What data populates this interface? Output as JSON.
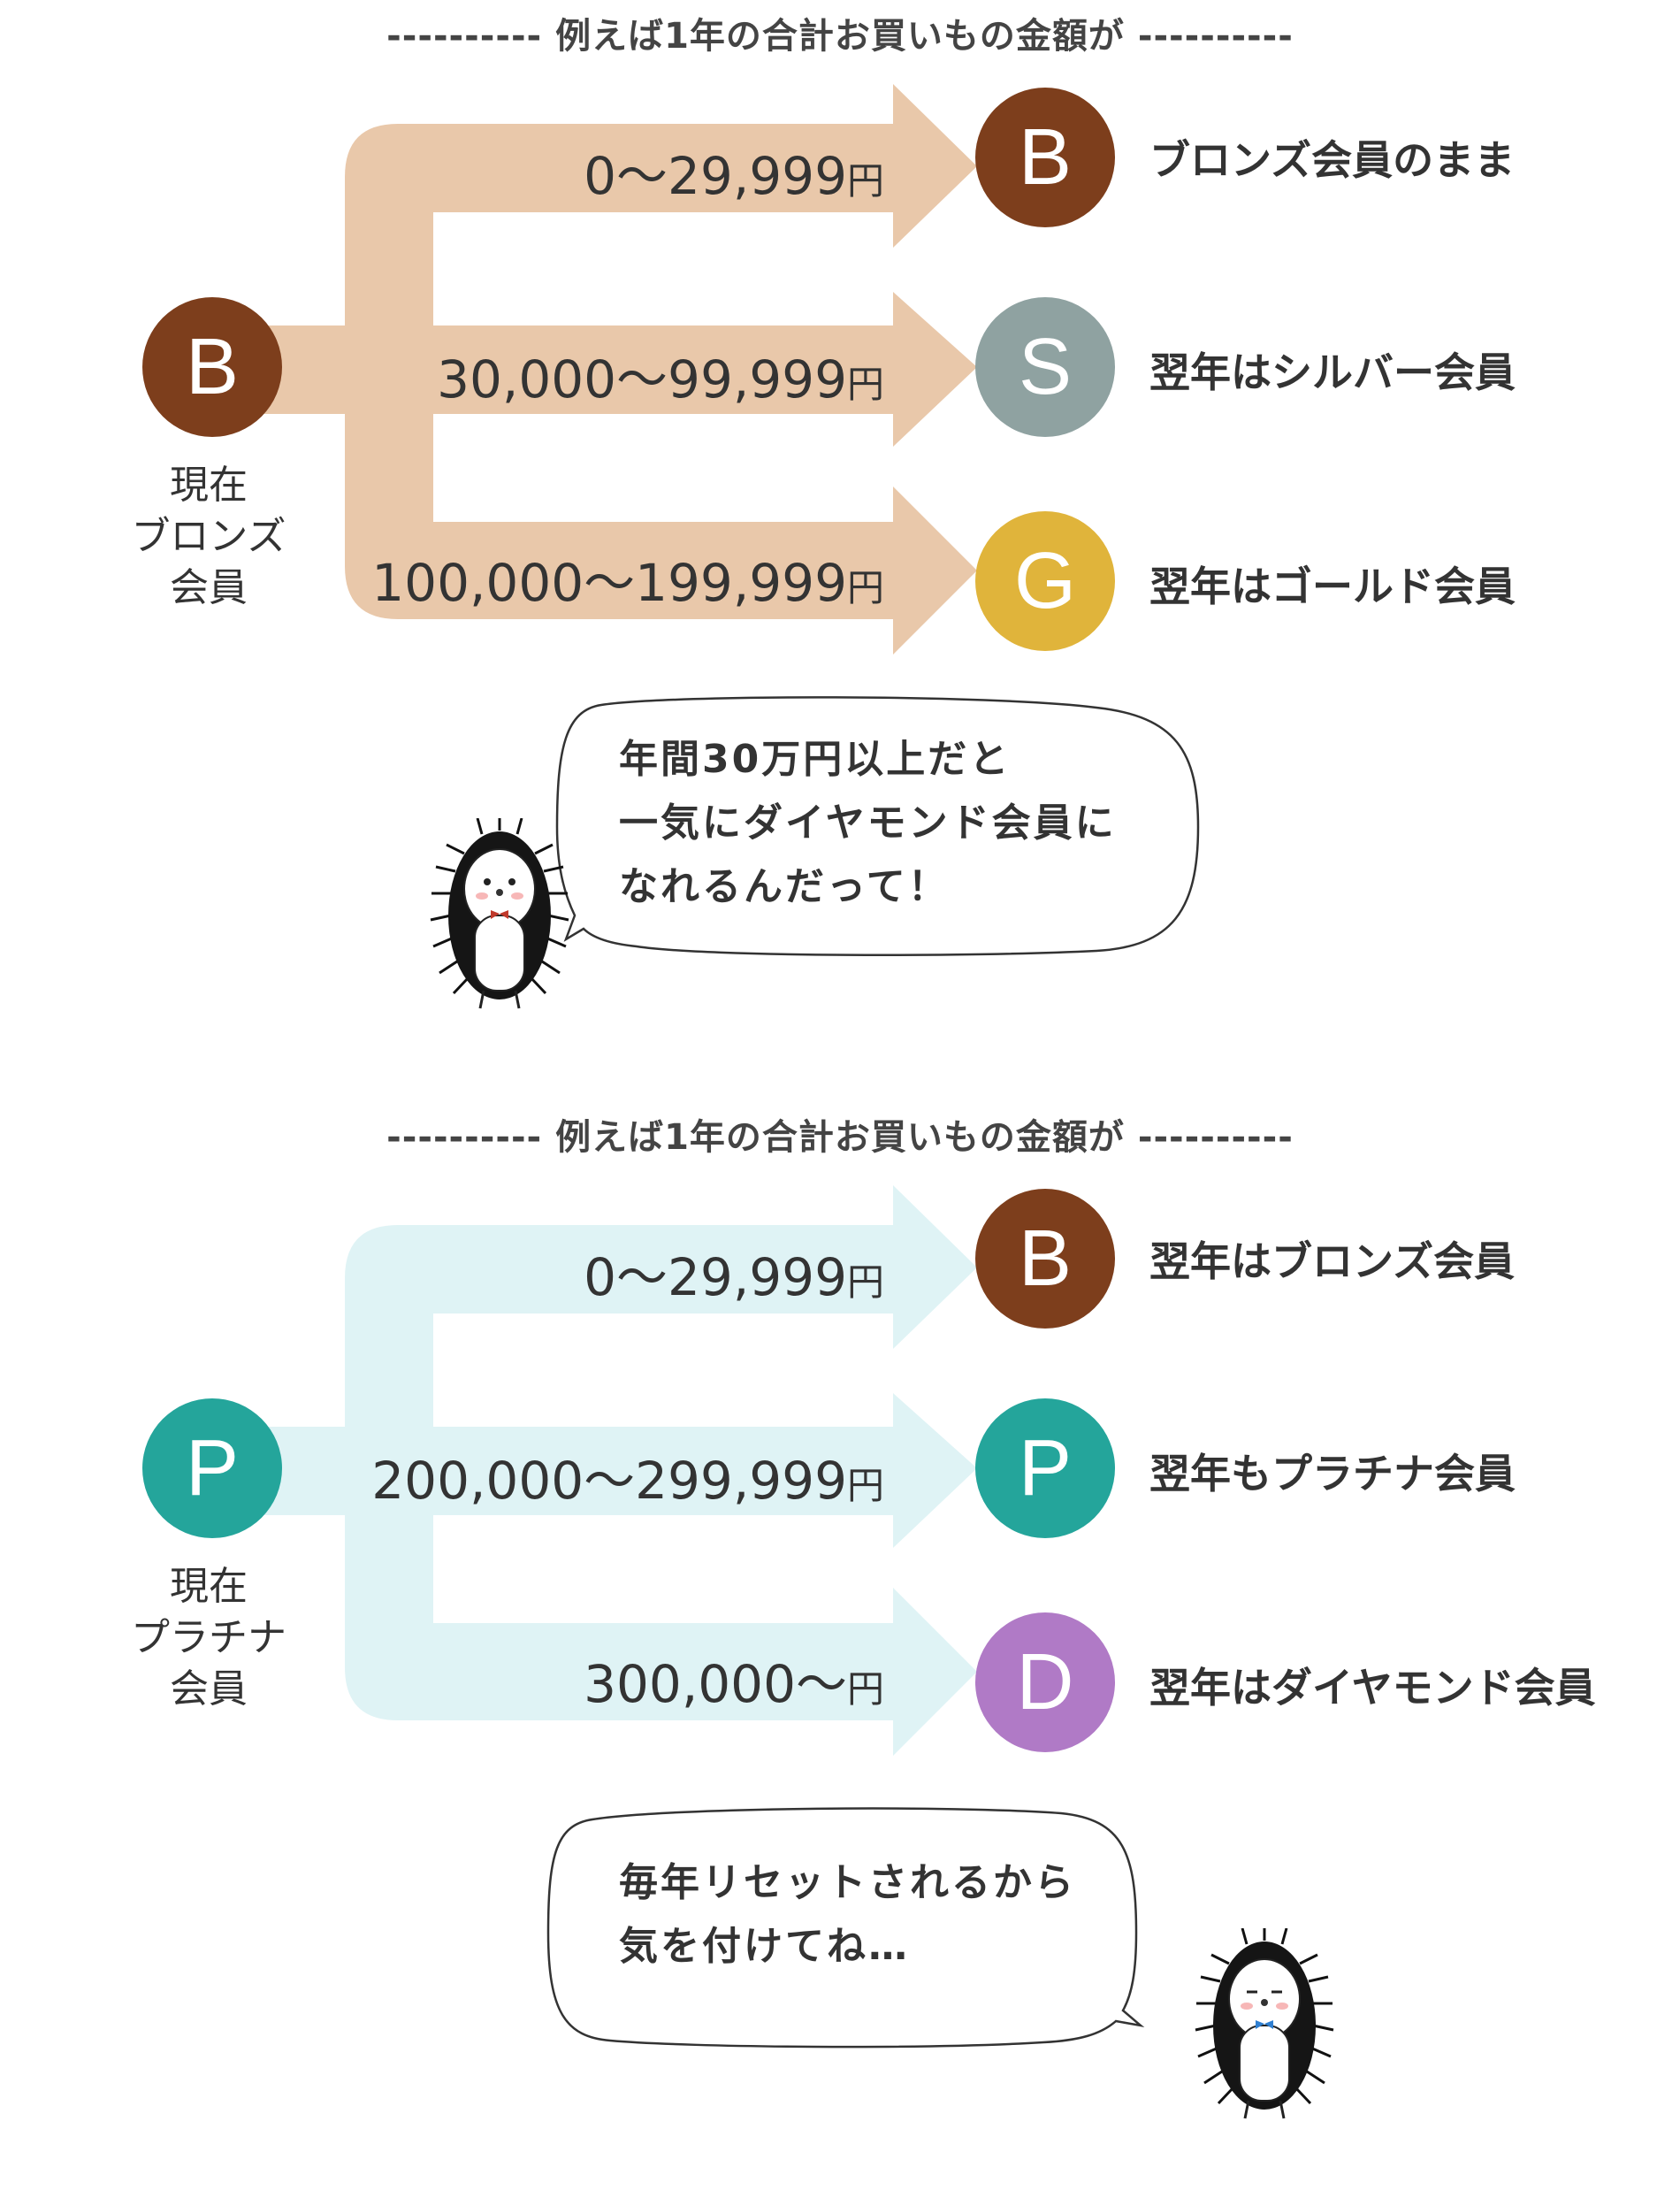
{
  "colors": {
    "bronze": "#7d3e1c",
    "silver": "#8fa2a1",
    "gold": "#e0b43b",
    "platinum": "#24a59b",
    "diamond": "#b07ac6",
    "arrow_bronze": "#e9c8aa",
    "arrow_platinum": "#dff3f5"
  },
  "sections": [
    {
      "heading": "---------- 例えば1年の合計お買いもの金額が ----------",
      "current": {
        "letter": "B",
        "label_lines": [
          "現在",
          "ブロンズ",
          "会員"
        ]
      },
      "branches": [
        {
          "range": "0〜29,999",
          "unit": "円",
          "letter": "B",
          "result": "ブロンズ会員のまま"
        },
        {
          "range": "30,000〜99,999",
          "unit": "円",
          "letter": "S",
          "result": "翌年はシルバー会員"
        },
        {
          "range": "100,000〜199,999",
          "unit": "円",
          "letter": "G",
          "result": "翌年はゴールド会員"
        }
      ],
      "bubble_lines": [
        "年間30万円以上だと",
        "一気にダイヤモンド会員に",
        "なれるんだって！"
      ]
    },
    {
      "heading": "---------- 例えば1年の合計お買いもの金額が ----------",
      "current": {
        "letter": "P",
        "label_lines": [
          "現在",
          "プラチナ",
          "会員"
        ]
      },
      "branches": [
        {
          "range": "0〜29,999",
          "unit": "円",
          "letter": "B",
          "result": "翌年はブロンズ会員"
        },
        {
          "range": "200,000〜299,999",
          "unit": "円",
          "letter": "P",
          "result": "翌年もプラチナ会員"
        },
        {
          "range": "300,000〜",
          "unit": "円",
          "letter": "D",
          "result": "翌年はダイヤモンド会員"
        }
      ],
      "bubble_lines": [
        "毎年リセットされるから",
        "気を付けてね…"
      ]
    }
  ]
}
